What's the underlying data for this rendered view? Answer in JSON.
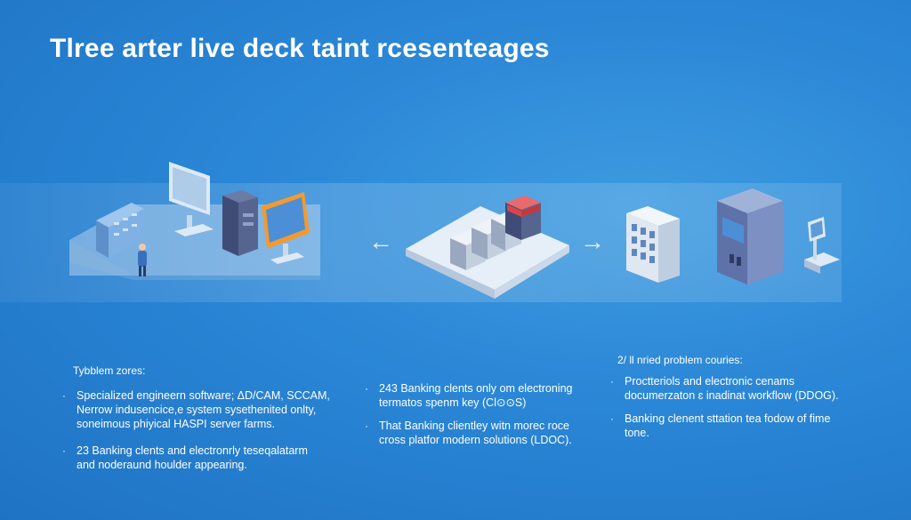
{
  "title": "Tlree arter live deck taint rcesenteages",
  "columns": [
    {
      "heading": "Tybblem zores:",
      "bullets": [
        [
          "Specialized engineern software; ΔD/CAM, SCCAM,",
          "Nerrow indusencice,e system sysethenited onlty,",
          "soneimous phiyical HASPI server farms."
        ],
        [
          "23 Banking clents and electronrly teseqalatarm",
          "and noderaund houlder appearing."
        ]
      ]
    },
    {
      "heading": "",
      "bullets": [
        [
          "243 Banking clents only om electroning",
          "termatos spenm key (Cl⊙⊙S)"
        ],
        [
          "That Banking clientley witn morec roce",
          "cross platfor modern solutions (LDOC)."
        ]
      ]
    },
    {
      "heading": "2/ ll nried problem couries:",
      "bullets": [
        [
          "Proctteriols and electronic cenams",
          "documerzaton ɛ inadinat workflow (DDOG)."
        ],
        [
          "Banking clenent sttation tea fodow of fime",
          "tone."
        ]
      ]
    }
  ],
  "arrows": {
    "left": "←",
    "right": "→"
  },
  "colors": {
    "background": "#2a86d6",
    "accent": "#f39a2e",
    "server_red": "#d8454a"
  }
}
